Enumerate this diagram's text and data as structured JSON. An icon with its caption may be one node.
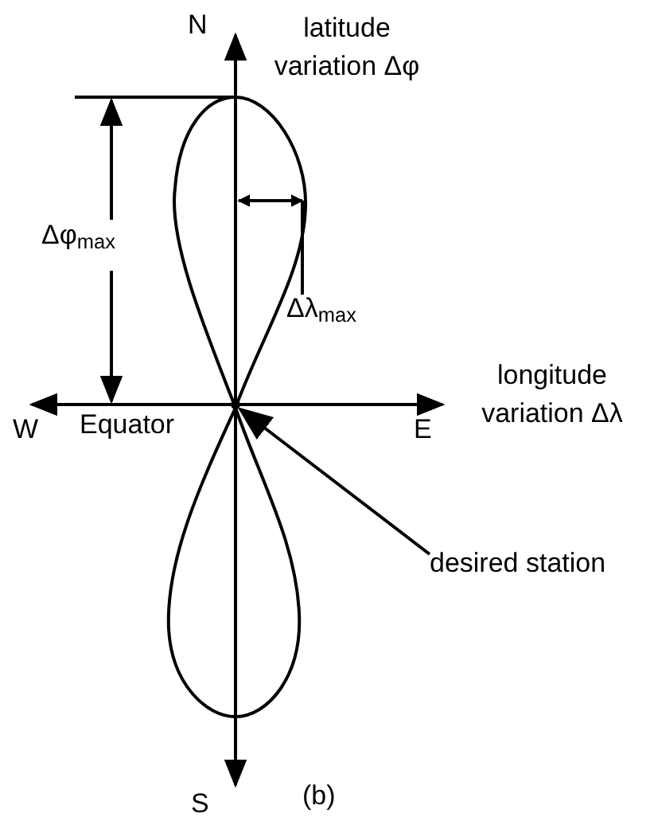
{
  "diagram": {
    "nodes": [
      {
        "text": [
          "desired station"
        ]
      },
      {
        "text": [],
        "shape": "circle"
      }
    ],
    "edges": [
      {
        "from": 0,
        "to": 1,
        "arrow": "to"
      }
    ],
    "labels": [
      "N",
      "latitude variation Δφ",
      "Δφ$_{max}$",
      "Δλ$_{max}$",
      "longitude variation Δλ",
      "W",
      "Equator",
      "E",
      "S",
      "(b)"
    ]
  }
}
